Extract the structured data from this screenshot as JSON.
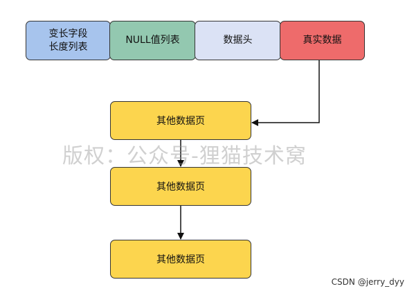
{
  "record_fields": [
    {
      "lines": [
        "变长字段",
        "长度列表"
      ],
      "color": "#a7c4ed"
    },
    {
      "lines": [
        "NULL值列表"
      ],
      "color": "#93c8b0"
    },
    {
      "lines": [
        "数据头"
      ],
      "color": "#dbe2f5"
    },
    {
      "lines": [
        "真实数据"
      ],
      "color": "#ee6b6b"
    }
  ],
  "pages": [
    {
      "label": "其他数据页"
    },
    {
      "label": "其他数据页"
    },
    {
      "label": "其他数据页"
    }
  ],
  "watermark": "版权：公众号-狸猫技术窝",
  "credit": "CSDN @jerry_dyy"
}
